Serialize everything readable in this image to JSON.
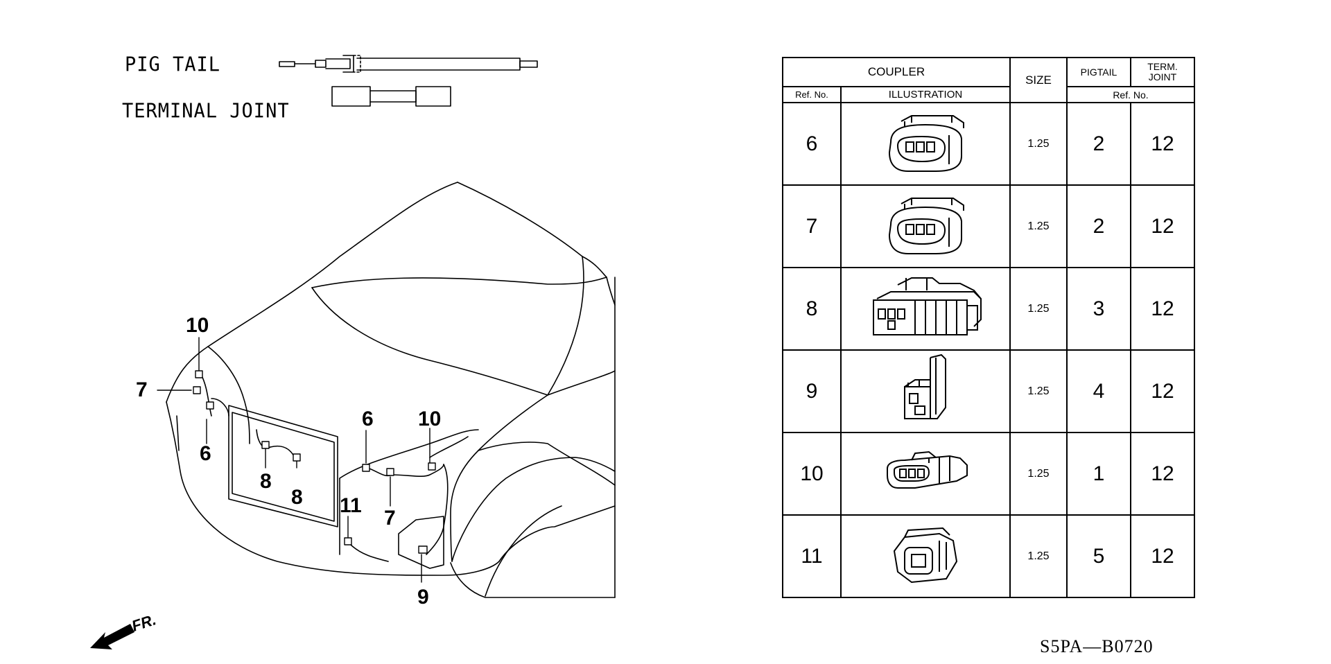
{
  "legend": {
    "pigtail_label": "PIG TAIL",
    "terminal_joint_label": "TERMINAL JOINT"
  },
  "callouts": [
    {
      "id": "c10a",
      "text": "10"
    },
    {
      "id": "c7a",
      "text": "7"
    },
    {
      "id": "c6a",
      "text": "6"
    },
    {
      "id": "c8a",
      "text": "8"
    },
    {
      "id": "c8b",
      "text": "8"
    },
    {
      "id": "c6b",
      "text": "6"
    },
    {
      "id": "c10b",
      "text": "10"
    },
    {
      "id": "c7b",
      "text": "7"
    },
    {
      "id": "c11",
      "text": "11"
    },
    {
      "id": "c9",
      "text": "9"
    }
  ],
  "front_arrow_label": "FR.",
  "table": {
    "header": {
      "coupler": "COUPLER",
      "size": "SIZE",
      "pigtail": "PIGTAIL",
      "term_joint_line1": "TERM.",
      "term_joint_line2": "JOINT",
      "ref_no": "Ref. No.",
      "illustration": "ILLUSTRATION",
      "ref_no_right": "Ref. No."
    },
    "rows": [
      {
        "ref": "6",
        "connector": "3-pin-oval-connector-icon",
        "size": "1.25",
        "pigtail": "2",
        "term_joint": "12"
      },
      {
        "ref": "7",
        "connector": "3-pin-oval-connector-icon",
        "size": "1.25",
        "pigtail": "2",
        "term_joint": "12"
      },
      {
        "ref": "8",
        "connector": "locking-multi-pin-connector-icon",
        "size": "1.25",
        "pigtail": "3",
        "term_joint": "12"
      },
      {
        "ref": "9",
        "connector": "right-angle-connector-icon",
        "size": "1.25",
        "pigtail": "4",
        "term_joint": "12"
      },
      {
        "ref": "10",
        "connector": "inline-slim-connector-icon",
        "size": "1.25",
        "pigtail": "1",
        "term_joint": "12"
      },
      {
        "ref": "11",
        "connector": "square-2-pin-connector-icon",
        "size": "1.25",
        "pigtail": "5",
        "term_joint": "12"
      }
    ]
  },
  "diagram_code": "S5PA—B0720"
}
